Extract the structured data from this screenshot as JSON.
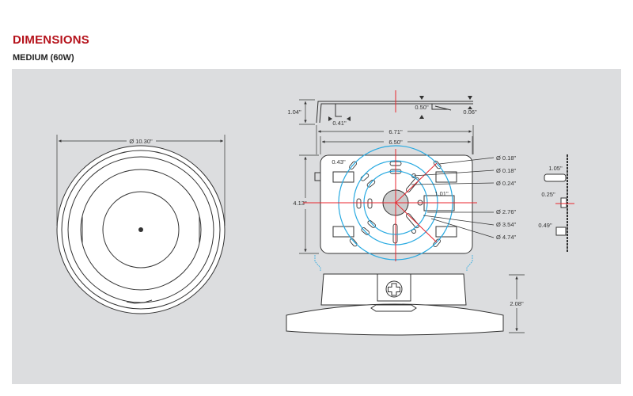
{
  "header": {
    "title": "DIMENSIONS",
    "subtitle": "MEDIUM (60W)"
  },
  "top_view": {
    "diameter": "Ø 10.30\""
  },
  "bracket_side": {
    "height": "1.04\"",
    "tab_width": "0.41\"",
    "offset": "0.50\"",
    "thickness": "0.06\""
  },
  "plate": {
    "overall_width": "6.71\"",
    "plate_width": "6.50\"",
    "height": "4.13\"",
    "slot_width": "0.43\"",
    "clip_width": "1.01\"",
    "callouts": [
      "Ø 0.18\"",
      "Ø 0.18\"",
      "Ø 0.24\"",
      "Ø 2.76\"",
      "Ø 3.54\"",
      "Ø 4.74\""
    ]
  },
  "edge_view": {
    "dims": [
      "1.05\"",
      "0.25\"",
      "0.49\""
    ]
  },
  "front_view": {
    "height": "2.08\""
  },
  "colors": {
    "title": "#b5121b",
    "panel": "#dcdddf",
    "circles": "#29aae1",
    "centerlines": "#e8262e"
  }
}
